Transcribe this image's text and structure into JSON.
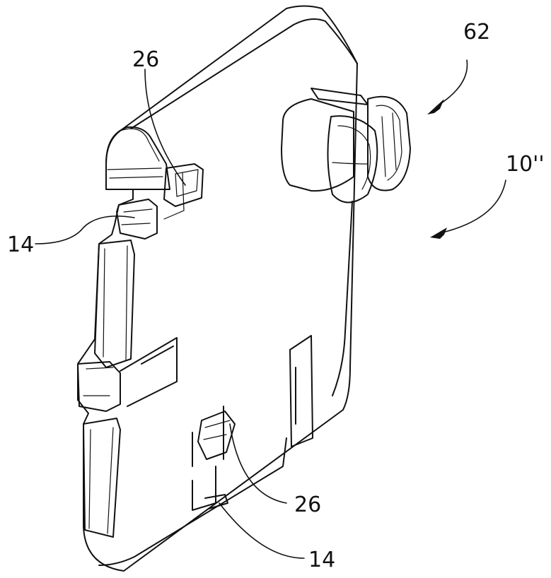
{
  "figure": {
    "labels": {
      "ref_62": "62",
      "ref_10": "10''",
      "ref_26_top": "26",
      "ref_26_bottom": "26",
      "ref_14_left": "14",
      "ref_14_bottom": "14"
    },
    "colors": {
      "line": "#111111",
      "background": "#ffffff"
    }
  }
}
